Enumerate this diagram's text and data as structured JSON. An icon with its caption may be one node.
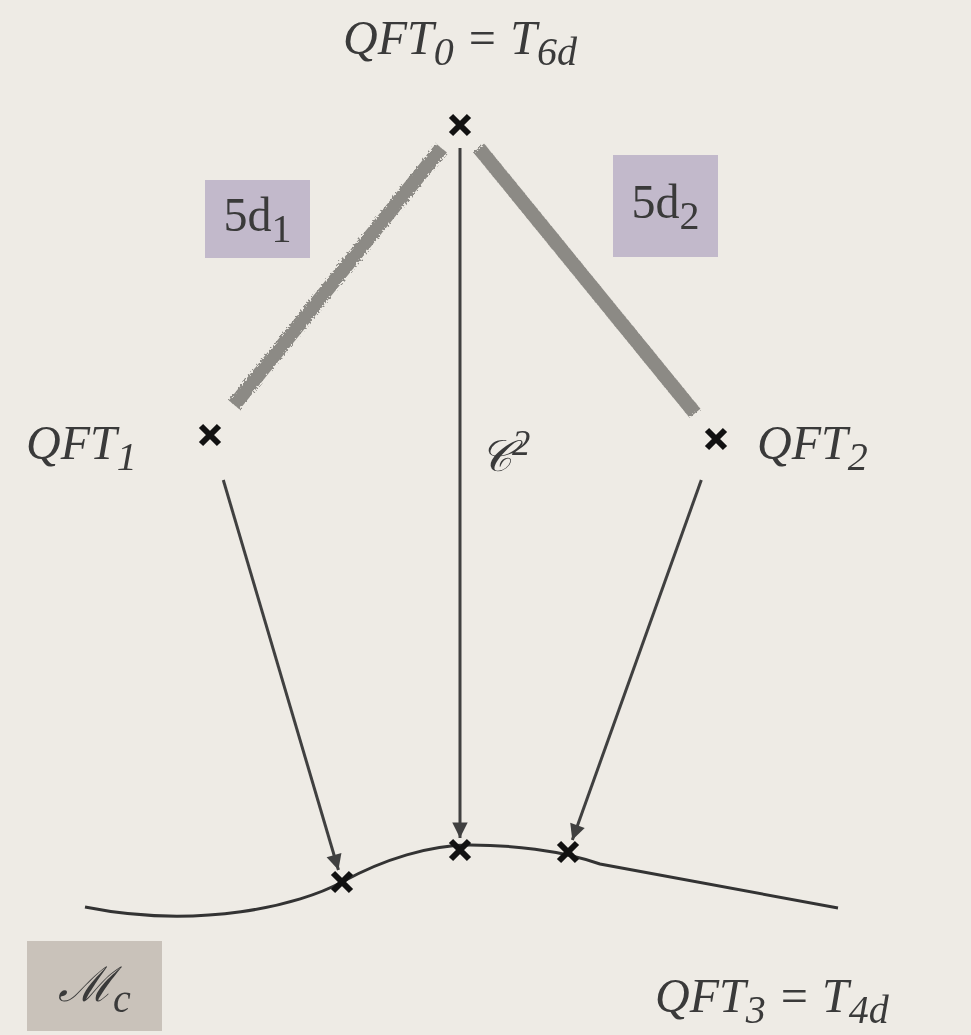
{
  "diagram": {
    "nodes": [
      {
        "text": [
          "QFT$_{0}$ = T$_{6d}$"
        ]
      },
      {
        "text": [
          "QFT$_{1}$"
        ]
      },
      {
        "text": [
          "QFT$_{2}$"
        ]
      },
      {
        "text": [],
        "shape": "cross"
      },
      {
        "text": [],
        "shape": "cross"
      },
      {
        "text": [],
        "shape": "cross"
      },
      {
        "text": [
          "5d$_{1}$"
        ]
      },
      {
        "text": [
          "5d$_{2}$"
        ]
      },
      {
        "text": [
          "ℳ$_{c}$"
        ]
      }
    ],
    "edges": [
      {
        "from": 0,
        "to": 1,
        "arrow": "none",
        "style": "thick",
        "color": "#8c8a85"
      },
      {
        "from": 0,
        "to": 2,
        "arrow": "none",
        "style": "thick",
        "color": "#8c8a85"
      },
      {
        "from": 1,
        "to": 3,
        "arrow": "to"
      },
      {
        "from": 0,
        "to": 4,
        "arrow": "to",
        "label": "𝒞$^{2}$"
      },
      {
        "from": 2,
        "to": 5,
        "arrow": "to"
      }
    ],
    "labels": [
      "QFT$_{3}$ = T$_{4d}$"
    ]
  }
}
